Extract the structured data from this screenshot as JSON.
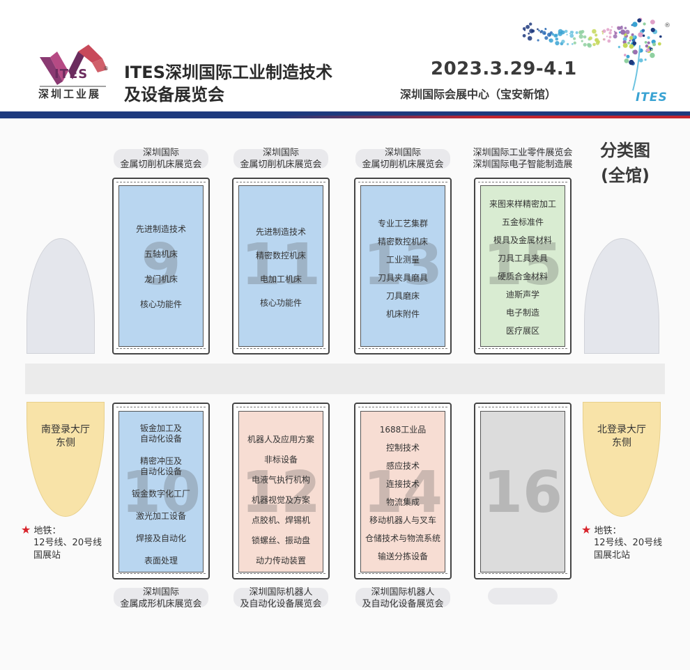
{
  "header": {
    "logo_main": "ITES",
    "logo_sub": "深圳工业展",
    "title_line1": "ITES深圳国际工业制造技术",
    "title_line2": "及设备展览会",
    "date": "2023.3.29-4.1",
    "venue": "深圳国际会展中心（宝安新馆）",
    "brand": "ITES",
    "registered_mark": "®",
    "logo_registered_mark": "®"
  },
  "category_title": {
    "line1": "分类图",
    "line2": "(全馆)"
  },
  "halls_top": [
    {
      "number": "9",
      "caption": [
        "深圳国际",
        "金属切削机床展览会"
      ],
      "color": "#b9d6f0",
      "items": [
        "先进制造技术",
        "五轴机床",
        "龙门机床",
        "核心功能件"
      ]
    },
    {
      "number": "11",
      "caption": [
        "深圳国际",
        "金属切削机床展览会"
      ],
      "color": "#b9d6f0",
      "items": [
        "先进制造技术",
        "精密数控机床",
        "电加工机床",
        "核心功能件"
      ]
    },
    {
      "number": "13",
      "caption": [
        "深圳国际",
        "金属切削机床展览会"
      ],
      "color": "#b9d6f0",
      "items": [
        "专业工艺集群",
        "精密数控机床",
        "工业测量",
        "刀具夹具磨具",
        "刀具磨床",
        "机床附件"
      ]
    },
    {
      "number": "15",
      "caption": [
        "深圳国际工业零件展览会",
        "深圳国际电子智能制造展"
      ],
      "color": "#d9ecd2",
      "items": [
        "来图来样精密加工",
        "五金标准件",
        "模具及金属材料",
        "刀具工具夹具",
        "硬质合金材料",
        "迪斯声学",
        "电子制造",
        "医疗展区"
      ]
    }
  ],
  "halls_bottom": [
    {
      "number": "10",
      "caption": [
        "深圳国际",
        "金属成形机床展览会"
      ],
      "color": "#b9d6f0",
      "items": [
        "钣金加工及",
        "自动化设备",
        "精密冲压及",
        "自动化设备",
        "钣金数字化工厂",
        "激光加工设备",
        "焊接及自动化",
        "表面处理"
      ]
    },
    {
      "number": "12",
      "caption": [
        "深圳国际机器人",
        "及自动化设备展览会"
      ],
      "color": "#f7ddd3",
      "items": [
        "机器人及应用方案",
        "非标设备",
        "电液气执行机构",
        "机器视觉及方案",
        "点胶机、焊锡机",
        "锁螺丝、振动盘",
        "动力传动装置"
      ]
    },
    {
      "number": "14",
      "caption": [
        "深圳国际机器人",
        "及自动化设备展览会"
      ],
      "color": "#f7ddd3",
      "items": [
        "1688工业品",
        "控制技术",
        "感应技术",
        "连接技术",
        "物流集成",
        "移动机器人与叉车",
        "仓储技术与物流系统",
        "输送分拣设备"
      ]
    },
    {
      "number": "16",
      "caption": [],
      "color": "#dcdcdc",
      "items": []
    }
  ],
  "lobbies": {
    "south": {
      "line1": "南登录大厅",
      "line2": "东侧"
    },
    "north": {
      "line1": "北登录大厅",
      "line2": "东侧"
    }
  },
  "metro": {
    "west": {
      "label": "地铁：",
      "line1": "12号线、20号线",
      "line2": "国展站",
      "icon": "star-icon"
    },
    "east": {
      "label": "地铁：",
      "line1": "12号线、20号线",
      "line2": "国展北站",
      "icon": "star-icon"
    }
  },
  "colors": {
    "header_blue": "#1e3a7e",
    "header_red": "#c4252f",
    "logo_purple": "#6b2c5e",
    "brand_cyan": "#3aa3d3"
  }
}
